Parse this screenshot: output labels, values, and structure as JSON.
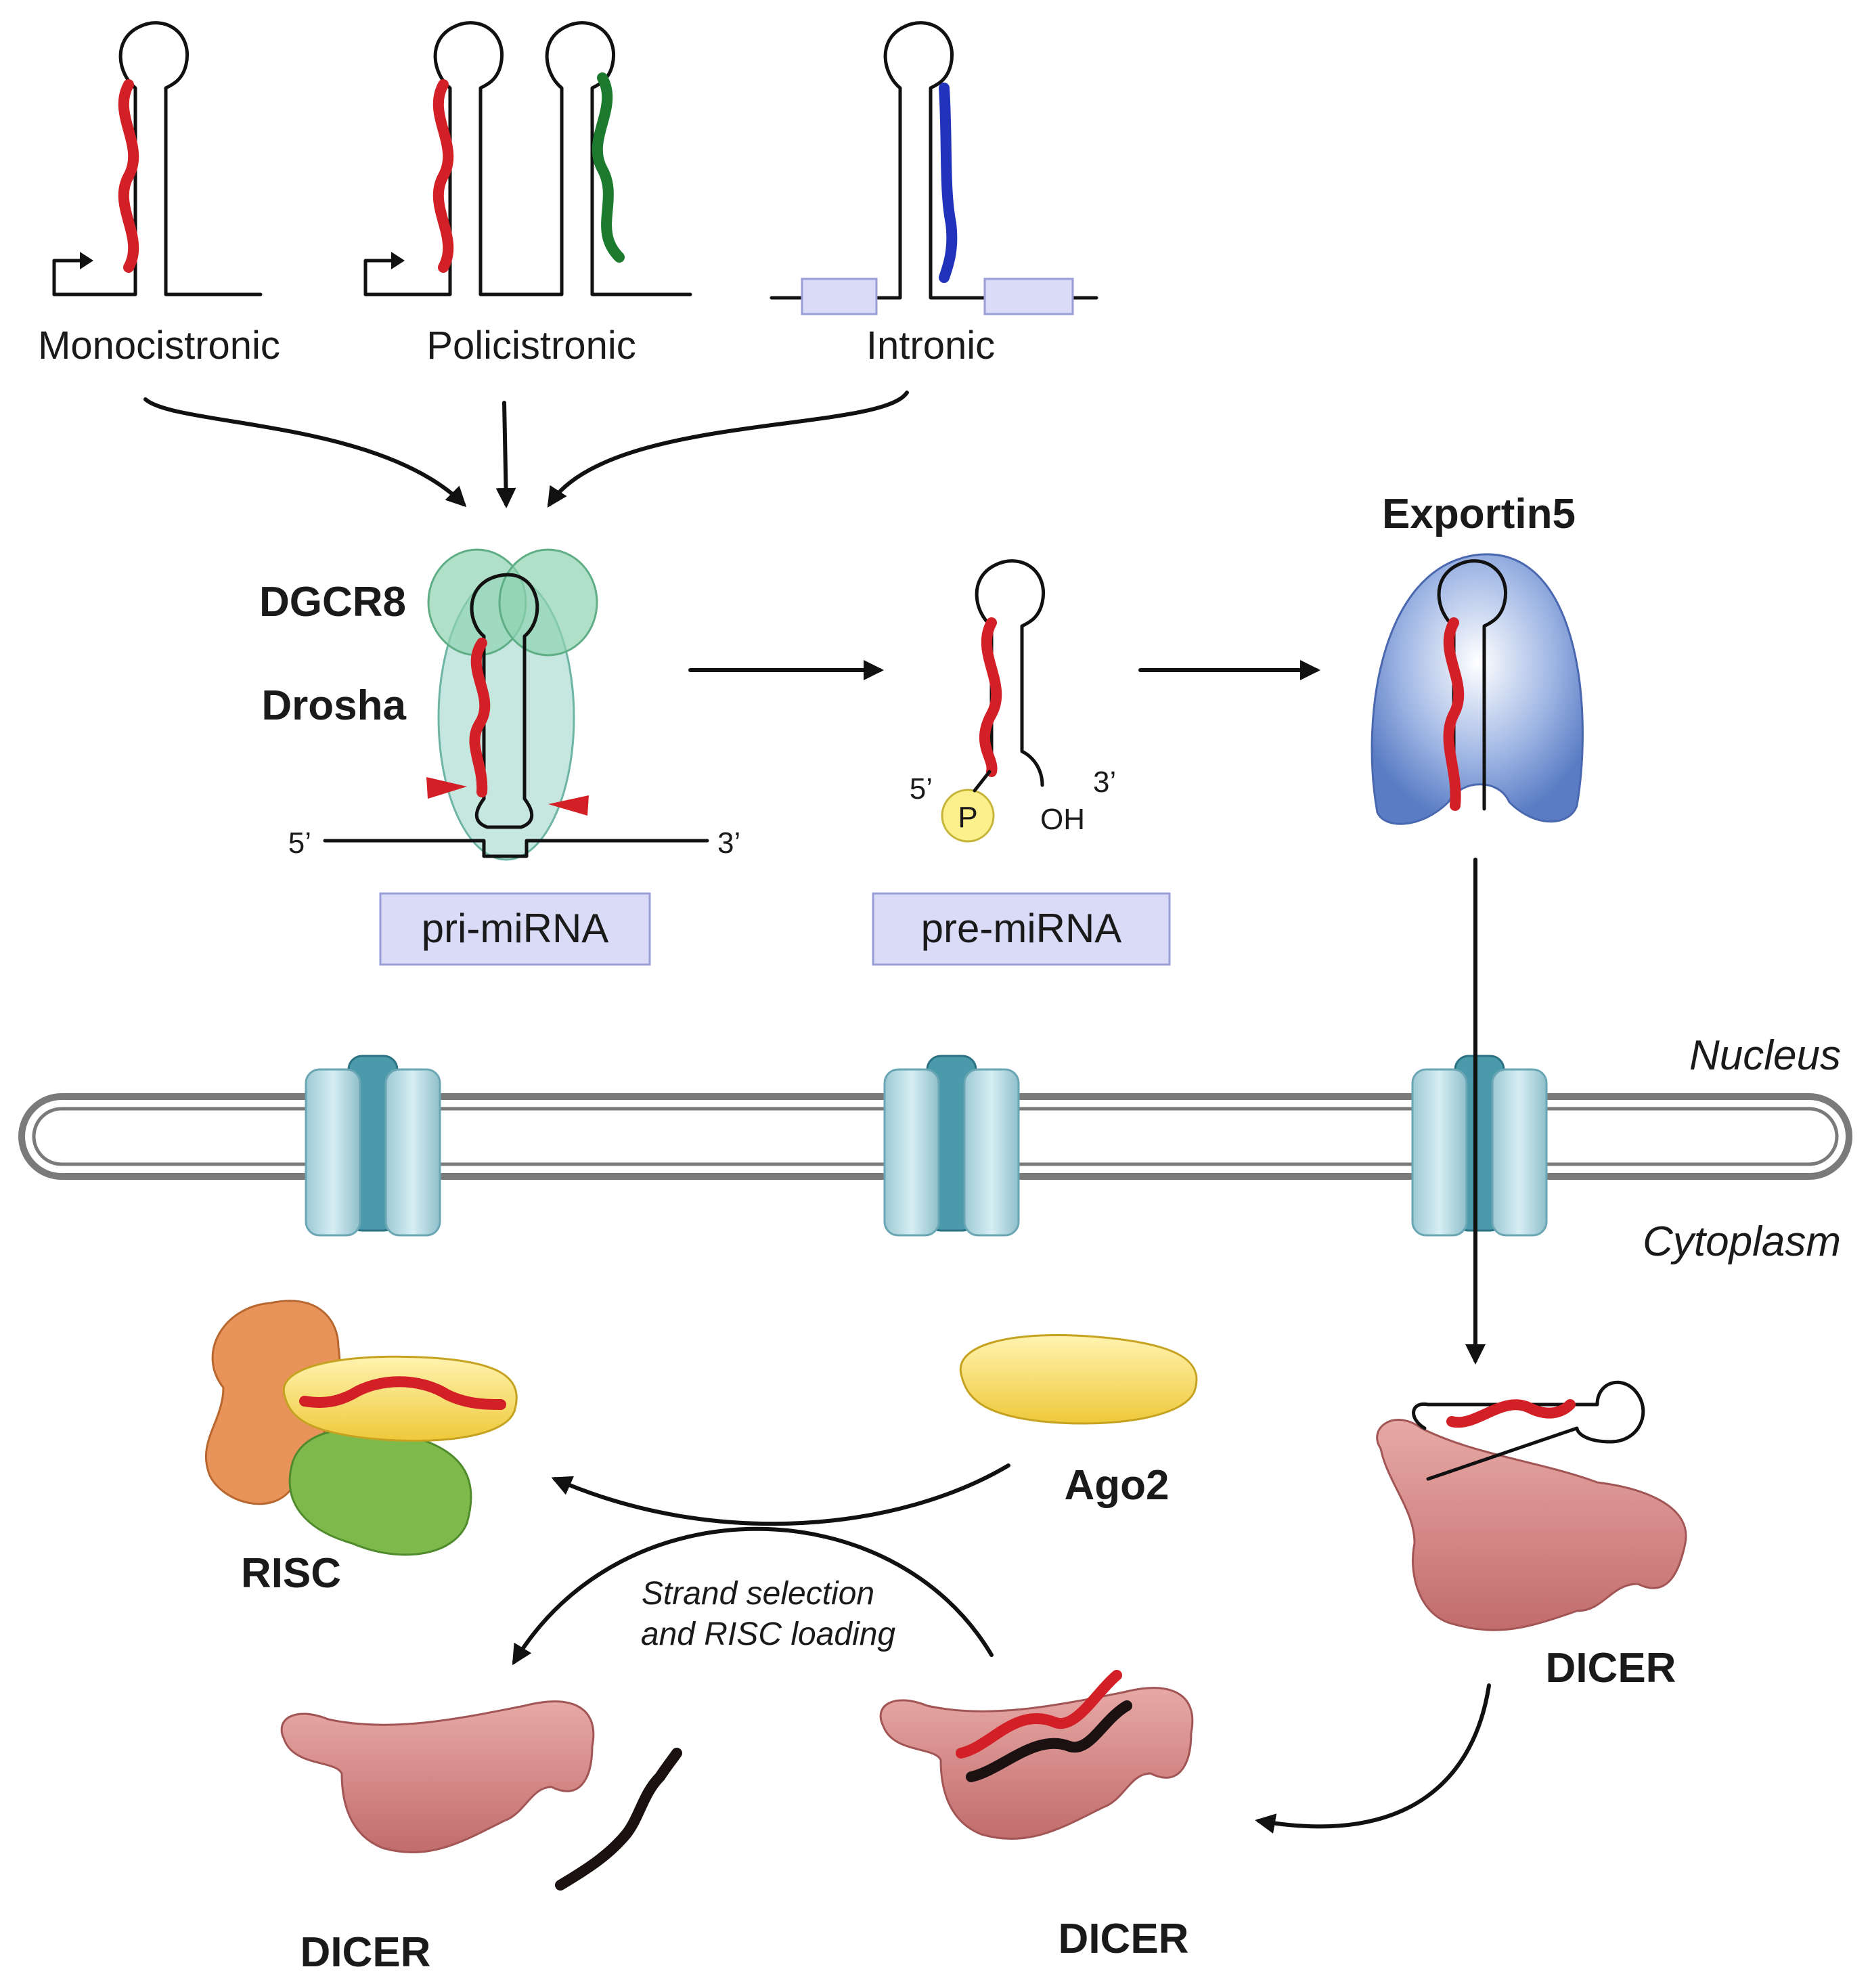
{
  "labels": {
    "monocistronic": "Monocistronic",
    "policistronic": "Policistronic",
    "intronic": "Intronic",
    "dgcr8": "DGCR8",
    "drosha": "Drosha",
    "exportin5": "Exportin5",
    "five_prime": "5’",
    "three_prime": "3’",
    "phosphate": "P",
    "hydroxyl": "OH",
    "pri_mirna": "pri-miRNA",
    "pre_mirna": "pre-miRNA",
    "nucleus": "Nucleus",
    "cytoplasm": "Cytoplasm",
    "risc": "RISC",
    "ago2": "Ago2",
    "strand_line1": "Strand selection",
    "strand_line2": "and RISC loading",
    "dicer": "DICER"
  },
  "colors": {
    "mirna_strand": "#d31f26",
    "polycistronic_second_strand": "#1b7a2e",
    "intronic_strand": "#2233bb",
    "passenger_strand": "#1c1111",
    "dicer": "#c97a7a",
    "ago2": "#f3d54e",
    "exportin5": "#6d8fce",
    "drosha_dgcr8": "#8fd3b0",
    "nuclear_pore": "#a9d3dc",
    "label_box": "#d9dbf7"
  }
}
